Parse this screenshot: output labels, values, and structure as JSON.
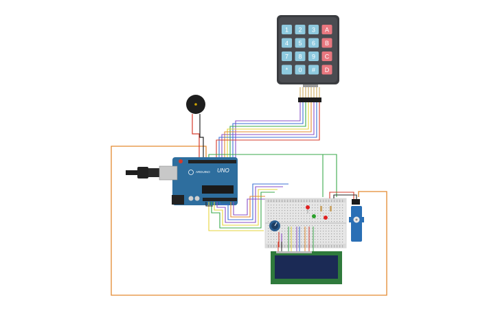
{
  "keypad": {
    "keys": [
      [
        "1",
        "2",
        "3",
        "A"
      ],
      [
        "4",
        "5",
        "6",
        "B"
      ],
      [
        "7",
        "8",
        "9",
        "C"
      ],
      [
        "*",
        "0",
        "#",
        "D"
      ]
    ],
    "colors": {
      "number": "#8ec9de",
      "letter": "#e8777f",
      "body": "#3a3c40"
    }
  },
  "arduino": {
    "model_label": "UNO",
    "brand_label": "ARDUINO",
    "colors": {
      "board": "#2e6e9e",
      "connector": "#222222"
    }
  },
  "components": {
    "buzzer": "buzzer",
    "potentiometer": "potentiometer",
    "lcd": "lcd-16x2",
    "servo": "servo",
    "breadboard": "breadboard",
    "leds": [
      "red",
      "green",
      "red"
    ]
  },
  "wire_colors": {
    "orange": "#e3892e",
    "green": "#3aa84a",
    "red": "#d63a2a",
    "black": "#222222",
    "purple": "#8a4fc7",
    "blue": "#3b6fd6",
    "yellow": "#e6d33a",
    "gray": "#8a8a8a"
  }
}
